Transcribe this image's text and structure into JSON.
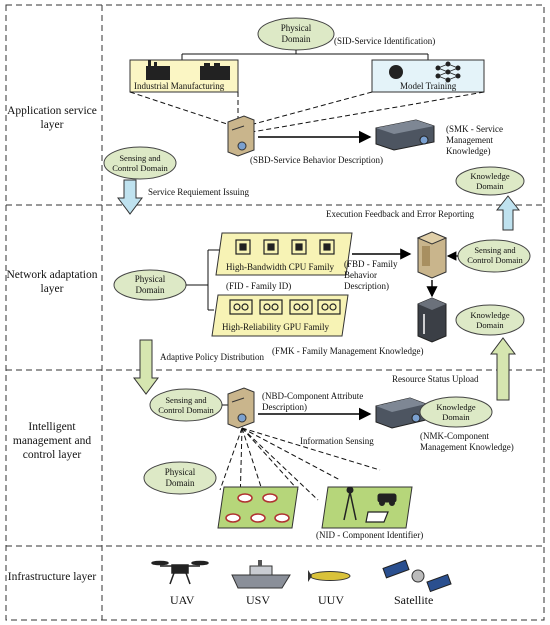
{
  "layers": [
    {
      "label": "Application service layer"
    },
    {
      "label": "Network adaptation layer"
    },
    {
      "label": "Intelligent management and control layer"
    },
    {
      "label": "Infrastructure layer"
    }
  ],
  "app": {
    "physical_domain": "Physical Domain",
    "sid": "(SID-Service Identification)",
    "industrial": "Industrial Manufacturing",
    "model_training": "Model Training",
    "smk": "(SMK - Service Management Knowledge)",
    "sbd": "(SBD-Service Behavior Description)",
    "sensing_control": "Sensing and Control Domain",
    "service_req": "Service Requiement Issuing",
    "knowledge": "Knowledge Domain"
  },
  "net": {
    "exec_feedback": "Execution Feedback and Error Reporting",
    "physical_domain": "Physical Domain",
    "cpu_family": "High-Bandwidth CPU Family",
    "fid": "(FID - Family ID)",
    "gpu_family": "High-Reliability GPU Family",
    "fbd": "(FBD - Family Behavior Description)",
    "sensing_control": "Sensing and Control Domain",
    "knowledge": "Knowledge Domain",
    "fmk": "(FMK - Family Management Knowledge)",
    "adaptive": "Adaptive Policy Distribution"
  },
  "ctrl": {
    "resource": "Resource Status Upload",
    "sensing_control": "Sensing and Control Domain",
    "nbd": "(NBD-Component Attribute Description)",
    "knowledge": "Knowledge Domain",
    "nmk": "(NMK-Component Management Knowledge)",
    "info_sensing": "Information Sensing",
    "physical_domain": "Physical Domain",
    "nid": "(NID - Component Identifier)"
  },
  "infra": {
    "uav": "UAV",
    "usv": "USV",
    "uuv": "UUV",
    "satellite": "Satellite"
  },
  "colors": {
    "ellipse": "#dde9c6",
    "family_box": "#f7f3b5",
    "network_box": "#b6d67a",
    "arrow_green": "#d6e6b0",
    "arrow_blue": "#bfe2ef",
    "app_box": "#fbf6c4",
    "model_box": "#e4f3f9"
  }
}
